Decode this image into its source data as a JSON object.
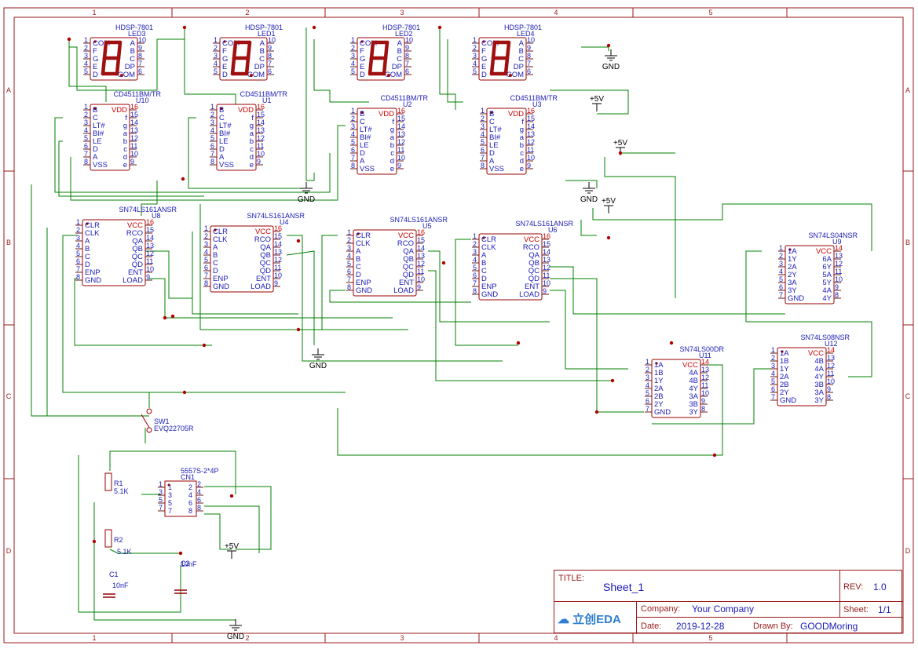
{
  "frame": {
    "col_labels": [
      "1",
      "2",
      "3",
      "4",
      "5"
    ],
    "row_labels": [
      "A",
      "B",
      "C",
      "D"
    ],
    "colors": {
      "frame": "#9a1a1a",
      "wire": "#008000",
      "part_outline": "#990000",
      "pin": "#6a1a1a",
      "text_blue": "#1a1ab8",
      "vcc_red": "#cc0000",
      "seg_red": "#a01010"
    }
  },
  "displays": [
    {
      "id": "LED3",
      "part": "HDSP-7801"
    },
    {
      "id": "LED1",
      "part": "HDSP-7801"
    },
    {
      "id": "LED2",
      "part": "HDSP-7801"
    },
    {
      "id": "LED4",
      "part": "HDSP-7801"
    }
  ],
  "display_pins": {
    "left_nums": [
      "1",
      "2",
      "3",
      "4",
      "5"
    ],
    "left_names": [
      "COM",
      "F",
      "G",
      "E",
      "D"
    ],
    "right_nums": [
      "10",
      "9",
      "8",
      "7",
      "6"
    ],
    "right_names": [
      "A",
      "B",
      "C",
      "DP",
      "COM"
    ]
  },
  "decoders": [
    {
      "id": "U10",
      "part": "CD4511BM/TR"
    },
    {
      "id": "U1",
      "part": "CD4511BM/TR"
    },
    {
      "id": "U2",
      "part": "CD4511BM/TR"
    },
    {
      "id": "U3",
      "part": "CD4511BM/TR"
    }
  ],
  "decoder_pins": {
    "left_nums": [
      "1",
      "2",
      "3",
      "4",
      "5",
      "6",
      "7",
      "8"
    ],
    "left_names": [
      "B",
      "C",
      "LT#",
      "BI#",
      "LE",
      "D",
      "A",
      "VSS"
    ],
    "right_nums": [
      "16",
      "15",
      "14",
      "13",
      "12",
      "11",
      "10",
      "9"
    ],
    "right_names": [
      "VDD",
      "f",
      "g",
      "a",
      "b",
      "c",
      "d",
      "e"
    ]
  },
  "counters": [
    {
      "id": "U8",
      "part": "SN74LS161ANSR"
    },
    {
      "id": "U4",
      "part": "SN74LS161ANSR"
    },
    {
      "id": "U5",
      "part": "SN74LS161ANSR"
    },
    {
      "id": "U6",
      "part": "SN74LS161ANSR"
    }
  ],
  "counter_pins": {
    "left_nums": [
      "1",
      "2",
      "3",
      "4",
      "5",
      "6",
      "7",
      "8"
    ],
    "left_names": [
      "CLR",
      "CLK",
      "A",
      "B",
      "C",
      "D",
      "ENP",
      "GND"
    ],
    "right_nums": [
      "16",
      "15",
      "14",
      "13",
      "12",
      "11",
      "10",
      "9"
    ],
    "right_names": [
      "VCC",
      "RCO",
      "QA",
      "QB",
      "QC",
      "QD",
      "ENT",
      "LOAD"
    ]
  },
  "gates": [
    {
      "id": "U9",
      "part": "SN74LS04NSR",
      "left_names": [
        "1A",
        "1Y",
        "2A",
        "2Y",
        "3A",
        "3Y",
        "GND"
      ],
      "right_names": [
        "VCC",
        "6A",
        "6Y",
        "5A",
        "5Y",
        "4A",
        "4Y"
      ]
    },
    {
      "id": "U11",
      "part": "SN74LS00DR",
      "left_names": [
        "1A",
        "1B",
        "1Y",
        "2A",
        "2B",
        "2Y",
        "GND"
      ],
      "right_names": [
        "VCC",
        "4A",
        "4B",
        "4Y",
        "3A",
        "3B",
        "3Y"
      ]
    },
    {
      "id": "U12",
      "part": "SN74LS08NSR",
      "left_names": [
        "1A",
        "1B",
        "1Y",
        "2A",
        "2B",
        "2Y",
        "GND"
      ],
      "right_names": [
        "VCC",
        "4B",
        "4A",
        "4Y",
        "3B",
        "3A",
        "3Y"
      ]
    }
  ],
  "gate_pins": {
    "left_nums": [
      "1",
      "2",
      "3",
      "4",
      "5",
      "6",
      "7"
    ],
    "right_nums": [
      "14",
      "13",
      "12",
      "11",
      "10",
      "9",
      "8"
    ]
  },
  "connector": {
    "id": "CN1",
    "part": "5557S-2*4P",
    "left_nums": [
      "1",
      "3",
      "5",
      "7"
    ],
    "right_nums": [
      "2",
      "4",
      "6",
      "8"
    ]
  },
  "switch": {
    "id": "SW1",
    "part": "EVQ22705R"
  },
  "resistors": [
    {
      "id": "R1",
      "value": "5.1K"
    },
    {
      "id": "R2",
      "value": "5.1K"
    }
  ],
  "capacitors": [
    {
      "id": "C1",
      "value": "10nF"
    },
    {
      "id": "C2",
      "value": "10nF"
    }
  ],
  "power": {
    "gnd": "GND",
    "vcc": "+5V"
  },
  "title_block": {
    "title_label": "TITLE:",
    "title": "Sheet_1",
    "rev_label": "REV:",
    "rev": "1.0",
    "company_label": "Company:",
    "company": "Your Company",
    "sheet_label": "Sheet:",
    "sheet": "1/1",
    "date_label": "Date:",
    "date": "2019-12-28",
    "drawn_label": "Drawn By:",
    "drawn": "GOODMoring",
    "logo_text": "立创EDA"
  }
}
